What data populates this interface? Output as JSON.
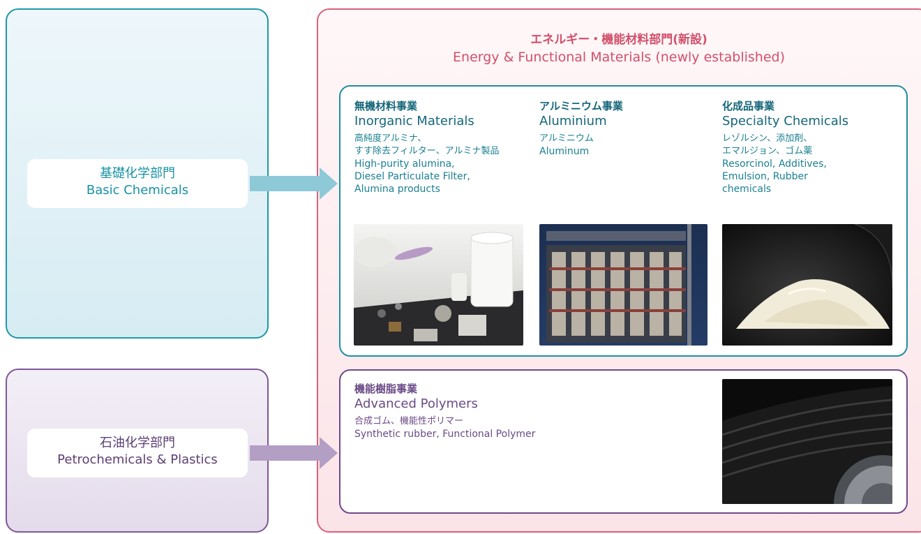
{
  "basic": {
    "jp": "基礎化学部門",
    "en": "Basic Chemicals"
  },
  "petro": {
    "jp": "石油化学部門",
    "en": "Petrochemicals & Plastics"
  },
  "energy": {
    "title_jp": "エネルギー・機能材料部門(新設)",
    "title_en": "Energy & Functional Materials (newly established)"
  },
  "businesses": [
    {
      "jp": "無機材料事業",
      "en": "Inorganic Materials",
      "products_jp": [
        "高純度アルミナ、",
        "すす除去フィルター、アルミナ製品"
      ],
      "products_en": [
        "High-purity alumina,",
        "Diesel Particulate Filter,",
        "Alumina products"
      ]
    },
    {
      "jp": "アルミニウム事業",
      "en": "Aluminium",
      "products_jp": [
        "アルミニウム"
      ],
      "products_en": [
        "Aluminum"
      ]
    },
    {
      "jp": "化成品事業",
      "en": "Specialty Chemicals",
      "products_jp": [
        "レゾルシン、添加剤、",
        "エマルジョン、ゴム薬"
      ],
      "products_en": [
        "Resorcinol, Additives,",
        "Emulsion, Rubber",
        "chemicals"
      ]
    },
    {
      "jp": "機能樹脂事業",
      "en": "Advanced Polymers",
      "products_jp": [
        "合成ゴム、機能性ポリマー"
      ],
      "products_en": [
        "Synthetic rubber, Functional Polymer"
      ]
    }
  ],
  "colors": {
    "basic": "#1f97a8",
    "petro": "#7e5796",
    "energy": "#d9617a",
    "arrow_basic": "#8ec9d8",
    "arrow_petro": "#b39ec4"
  }
}
